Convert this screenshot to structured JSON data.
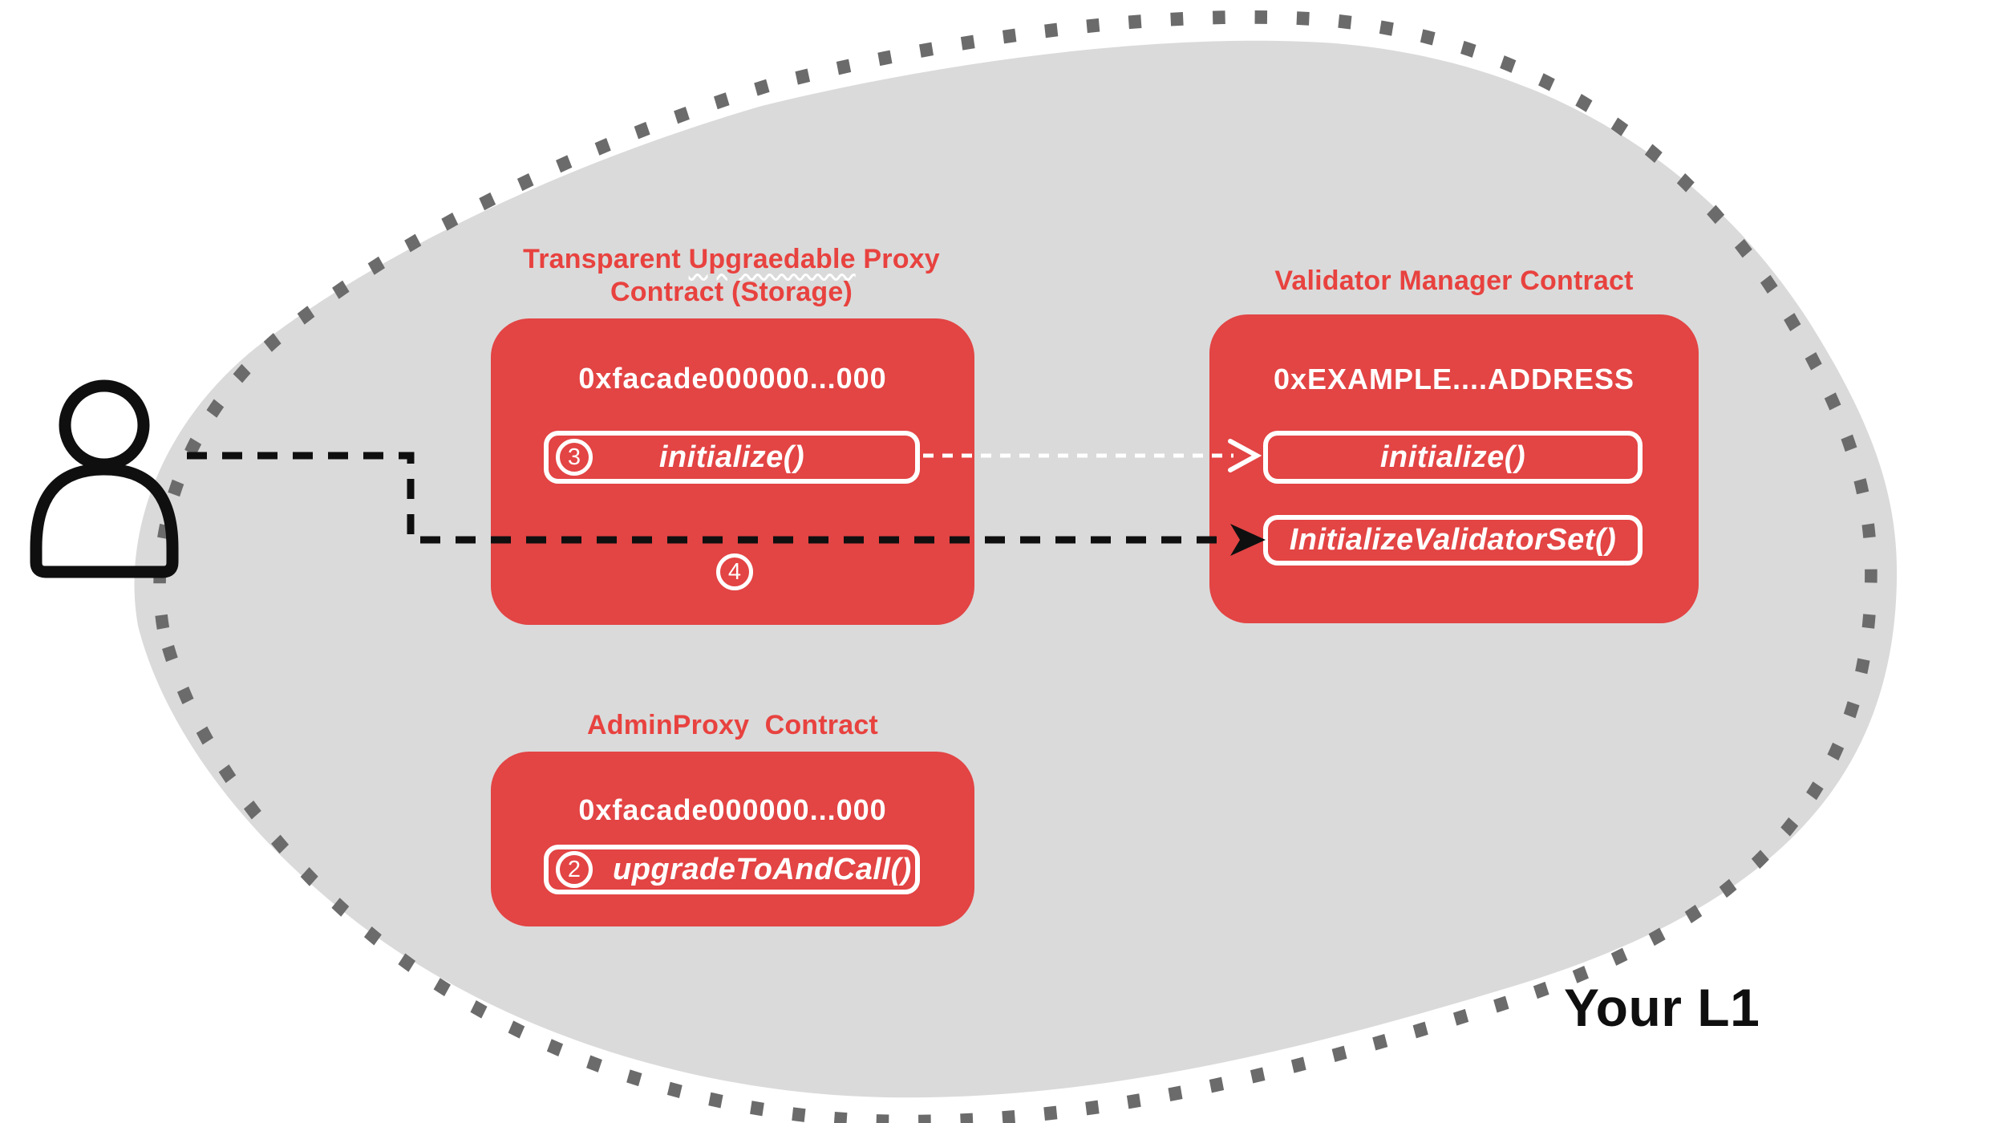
{
  "diagram_title": "Your L1",
  "colors": {
    "box_red": "#E34444",
    "title_red": "#E8423F",
    "blob_gray": "#DADADA",
    "dot_gray": "#6B6B6B",
    "ink_black": "#0F0F0F",
    "pure_white": "#FFFFFF"
  },
  "blob": {
    "label": "Your L1"
  },
  "actor": {
    "icon": "person-icon"
  },
  "boxes": {
    "proxy": {
      "title_pre": "Transparent ",
      "title_wavy_word": "Upgraedable",
      "title_post": " Proxy",
      "title_line2": "Contract (Storage)",
      "address": "0xfacade000000...000",
      "button": {
        "step": "3",
        "label": "initialize()"
      },
      "step_below": "4"
    },
    "validator": {
      "title": "Validator Manager Contract",
      "address": "0xEXAMPLE....ADDRESS",
      "buttons": [
        {
          "label": "initialize()"
        },
        {
          "label": "InitializeValidatorSet()"
        }
      ]
    },
    "admin": {
      "title": "AdminProxy  Contract",
      "address": "0xfacade000000...000",
      "button": {
        "step": "2",
        "label": "upgradeToAndCall()"
      }
    }
  }
}
